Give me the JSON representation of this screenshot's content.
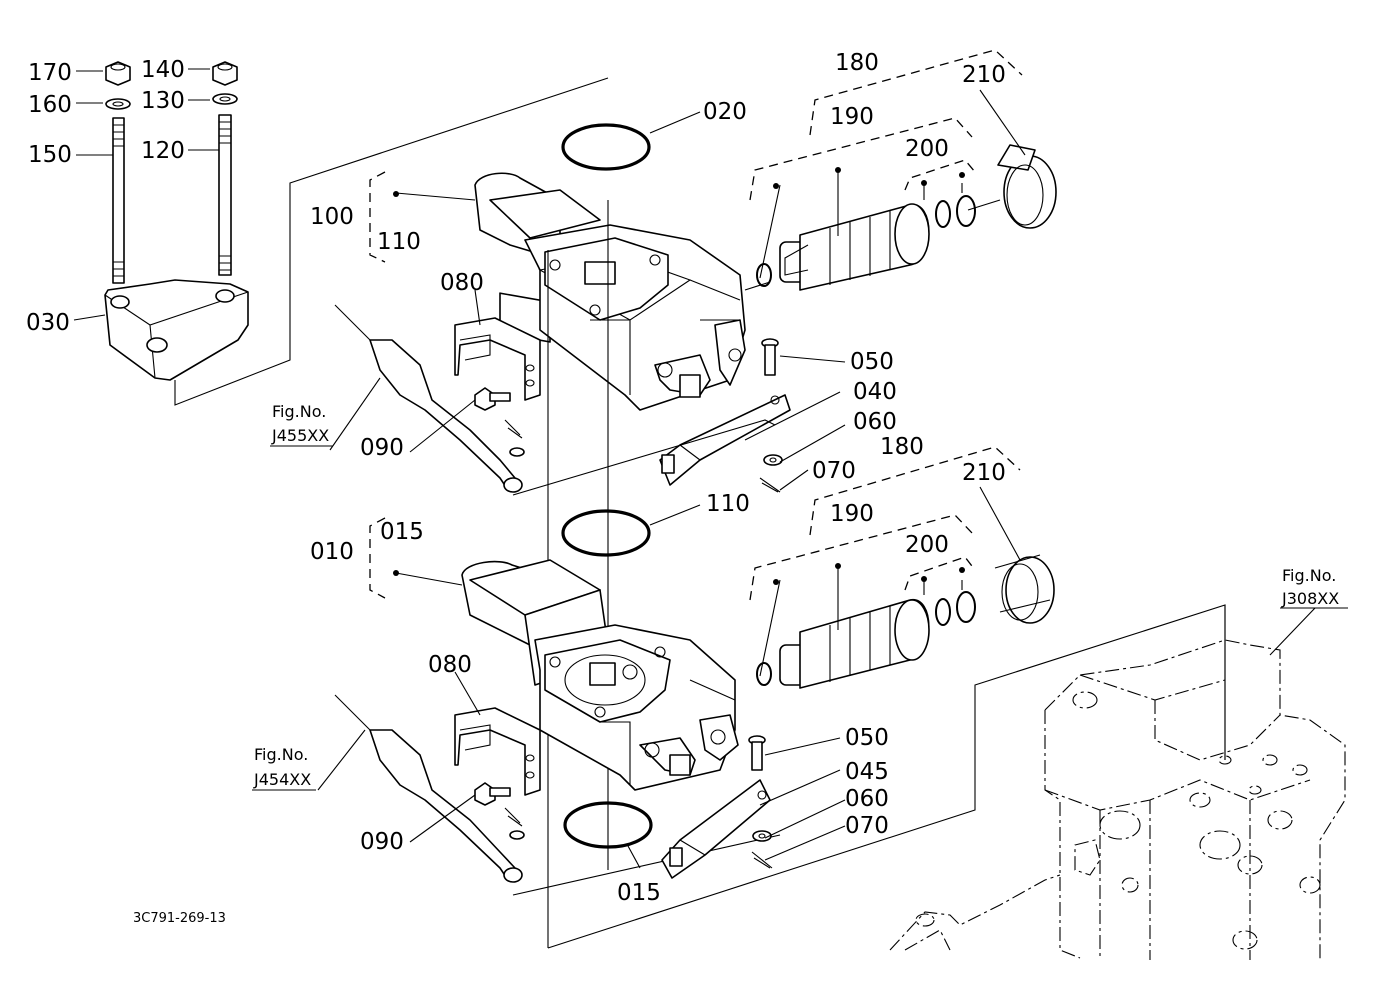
{
  "drawing_code": "3C791-269-13",
  "labels": {
    "p170": "170",
    "p160": "160",
    "p150": "150",
    "p140": "140",
    "p130": "130",
    "p120": "120",
    "p030": "030",
    "p020": "020",
    "p100": "100",
    "p110_top": "110",
    "p080_top": "080",
    "p090_top": "090",
    "p050_top": "050",
    "p040": "040",
    "p060_top": "060",
    "p070_top": "070",
    "p180_top": "180",
    "p190_top": "190",
    "p200_top": "200",
    "p210_top": "210",
    "p110_mid": "110",
    "p010": "010",
    "p015_top": "015",
    "p080_bot": "080",
    "p090_bot": "090",
    "p050_bot": "050",
    "p045": "045",
    "p060_bot": "060",
    "p070_bot": "070",
    "p180_bot": "180",
    "p190_bot": "190",
    "p200_bot": "200",
    "p210_bot": "210",
    "p015_bot": "015"
  },
  "refs": {
    "fig1_label": "Fig.No.",
    "fig1_code": "J455XX",
    "fig2_label": "Fig.No.",
    "fig2_code": "J454XX",
    "fig3_label": "Fig.No.",
    "fig3_code": "J308XX"
  }
}
